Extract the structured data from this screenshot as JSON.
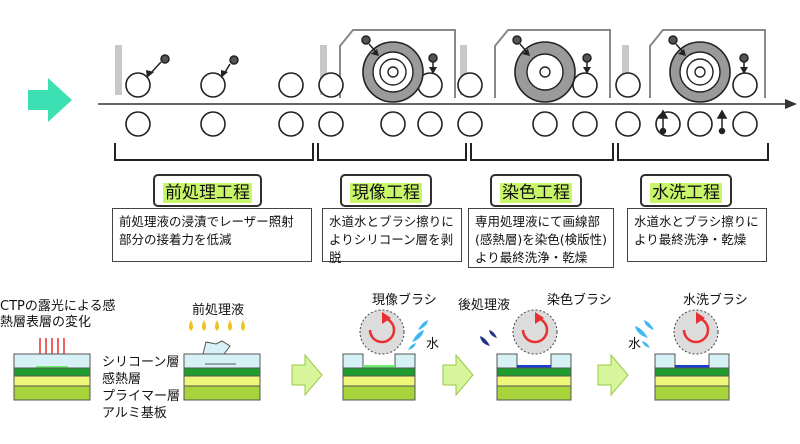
{
  "stages": [
    {
      "title": "前処理工程",
      "description": "前処理液の浸漬でレーザー照射部分の接着力を低減"
    },
    {
      "title": "現像工程",
      "description": "水道水とブラシ擦りによりシリコーン層を剥脱"
    },
    {
      "title": "染色工程",
      "description": "専用処理液にて画線部(感熱層)を染色(検版性)より最終洗浄・乾燥"
    },
    {
      "title": "水洗工程",
      "description": "水道水とブラシ擦りにより最終洗浄・乾燥"
    }
  ],
  "bottom": {
    "ctp_label": "CTPの露光による感熱層表層の変化",
    "pretreat_label": "前処理液",
    "layers": [
      "シリコーン層",
      "感熱層",
      "プライマー層",
      "アルミ基板"
    ],
    "develop_brush": "現像ブラシ",
    "water1": "水",
    "post_liquid": "後処理液",
    "dye_brush": "染色ブラシ",
    "wash_brush": "水洗ブラシ",
    "water2": "水"
  },
  "colors": {
    "arrow_cyan": "#3de0b3",
    "stage_highlight": "#c8f56a",
    "silicone": "#d6f2f7",
    "thermal": "#1f9e2d",
    "primer": "#eef77a",
    "aluminum": "#a6d43a",
    "arrow_green": "#d7f59a",
    "dye_blue": "#1a3fd0",
    "brush_red": "#e83030",
    "water_blue": "#3cb7f0",
    "post_navy": "#1d3288"
  }
}
